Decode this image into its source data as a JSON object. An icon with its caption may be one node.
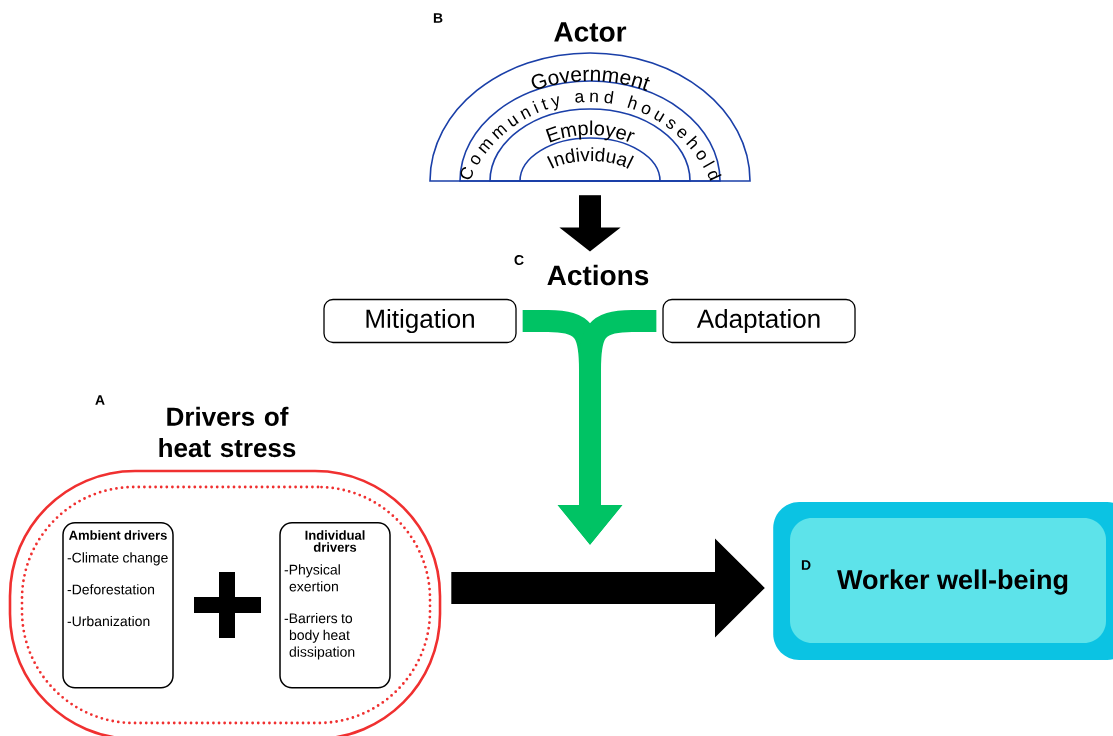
{
  "diagram": {
    "nodes": [
      {
        "text": [
          "Actor",
          "Government",
          "Community and household",
          "Employer",
          "Individual"
        ]
      },
      {
        "text": [
          "Actions"
        ]
      },
      {
        "text": [
          "Mitigation"
        ]
      },
      {
        "text": [
          "Adaptation"
        ]
      },
      {
        "text": [
          "Drivers of heat stress"
        ]
      },
      {
        "text": [],
        "shape": "oval",
        "in": 4
      },
      {
        "text": [
          "Ambient drivers",
          "-Climate change",
          "-Deforestation",
          "-Urbanization"
        ],
        "in": 5
      },
      {
        "text": [
          "Individual drivers",
          "-Physical exertion",
          "-Barriers to body heat dissipation"
        ],
        "in": 5
      },
      {
        "text": [
          "Worker well-being"
        ]
      }
    ],
    "edges": [
      {
        "from": 0,
        "to": 1,
        "arrow": "to"
      },
      {
        "from": 2,
        "to": null,
        "arrow": "to",
        "color": "#00c364"
      },
      {
        "from": 3,
        "to": null,
        "arrow": "to",
        "color": "#00c364"
      },
      {
        "from": 4,
        "to": 8,
        "arrow": "to"
      }
    ],
    "labels": [
      "B",
      "C",
      "A",
      "D"
    ]
  }
}
